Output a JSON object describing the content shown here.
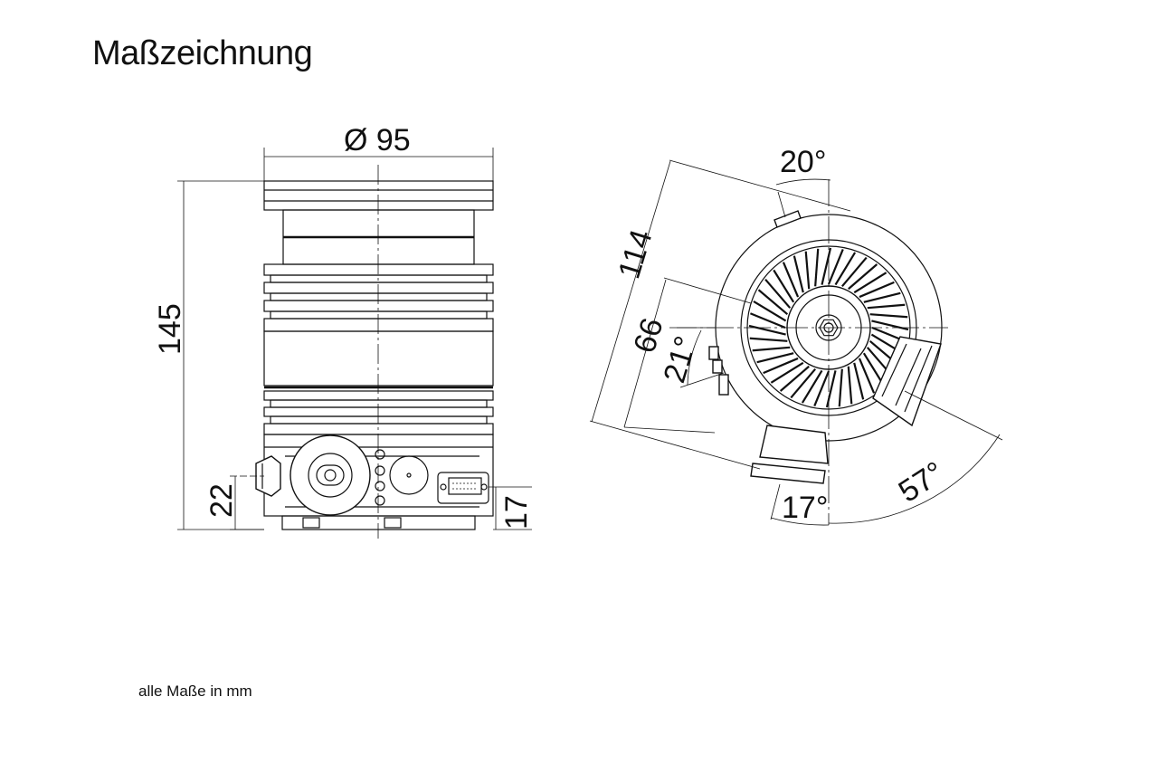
{
  "title": "Maßzeichnung",
  "footnote": "alle Maße in mm",
  "side_view": {
    "diameter_label": "Ø 95",
    "height_label": "145",
    "left_height_label": "22",
    "right_height_label": "17"
  },
  "top_view": {
    "label_114": "114",
    "label_66": "66",
    "angle_21": "21°",
    "angle_20": "20°",
    "angle_17": "17°",
    "angle_57": "57°"
  }
}
